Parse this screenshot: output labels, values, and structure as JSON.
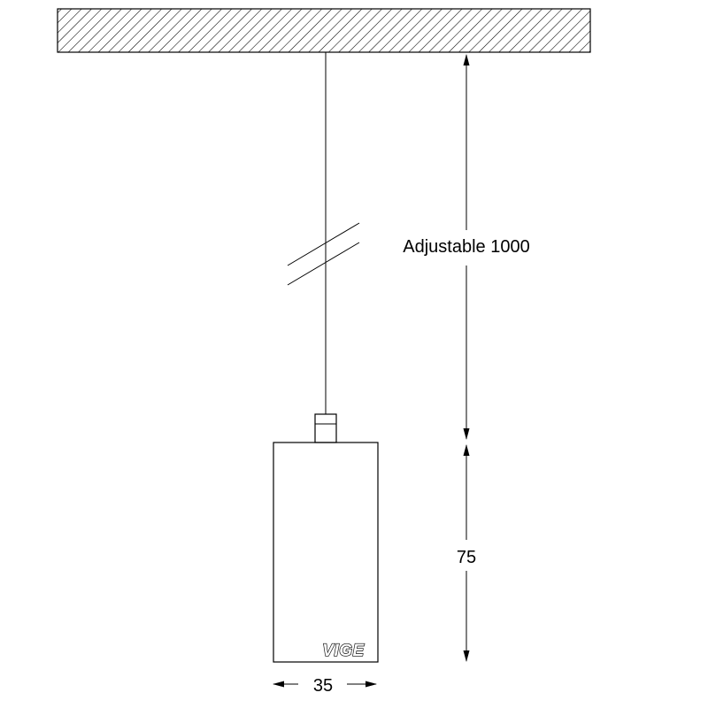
{
  "dimensions": {
    "cable_length_label": "Adjustable 1000",
    "body_height_label": "75",
    "body_width_label": "35"
  },
  "logo": {
    "text": "VIGE"
  }
}
